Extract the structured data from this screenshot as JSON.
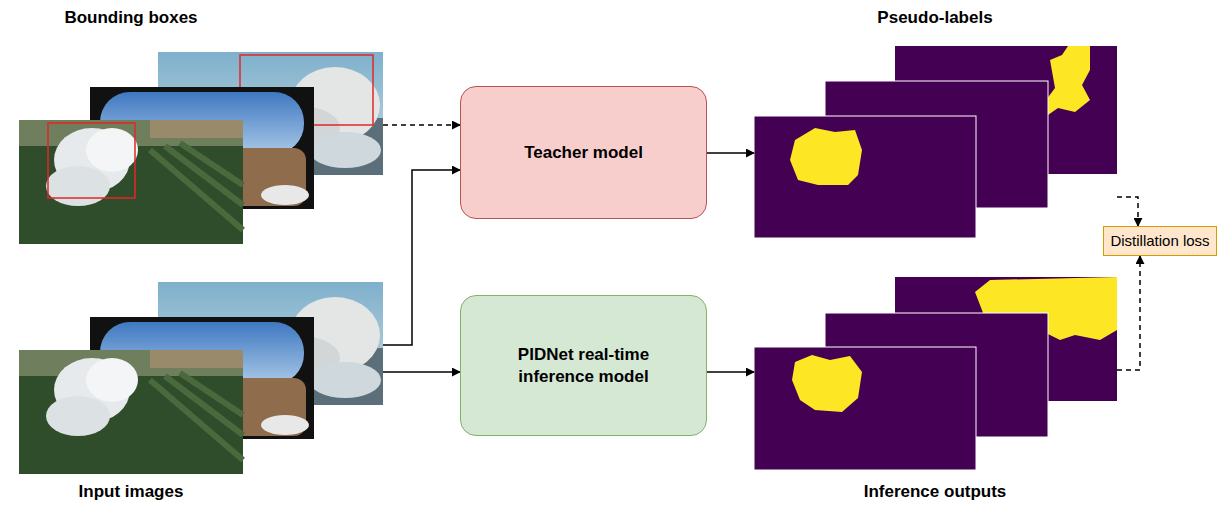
{
  "diagram": {
    "nodes": [
      {
        "text": [
          "Bounding boxes"
        ]
      },
      {
        "text": [
          "Teacher model"
        ]
      },
      {
        "text": [
          "Pseudo-labels"
        ]
      },
      {
        "text": [
          "Input images"
        ]
      },
      {
        "text": [
          "PIDNet real-time inference model"
        ]
      },
      {
        "text": [
          "Inference outputs"
        ]
      },
      {
        "text": [
          "Distillation loss"
        ]
      }
    ],
    "edges": [
      {
        "from": 0,
        "to": 1,
        "arrow": "to"
      },
      {
        "from": 3,
        "to": 1,
        "arrow": "to"
      },
      {
        "from": 3,
        "to": 4,
        "arrow": "to"
      },
      {
        "from": 1,
        "to": 2,
        "arrow": "to"
      },
      {
        "from": 4,
        "to": 5,
        "arrow": "to"
      },
      {
        "from": 2,
        "to": 6,
        "arrow": "to"
      },
      {
        "from": 5,
        "to": 6,
        "arrow": "to"
      }
    ]
  }
}
